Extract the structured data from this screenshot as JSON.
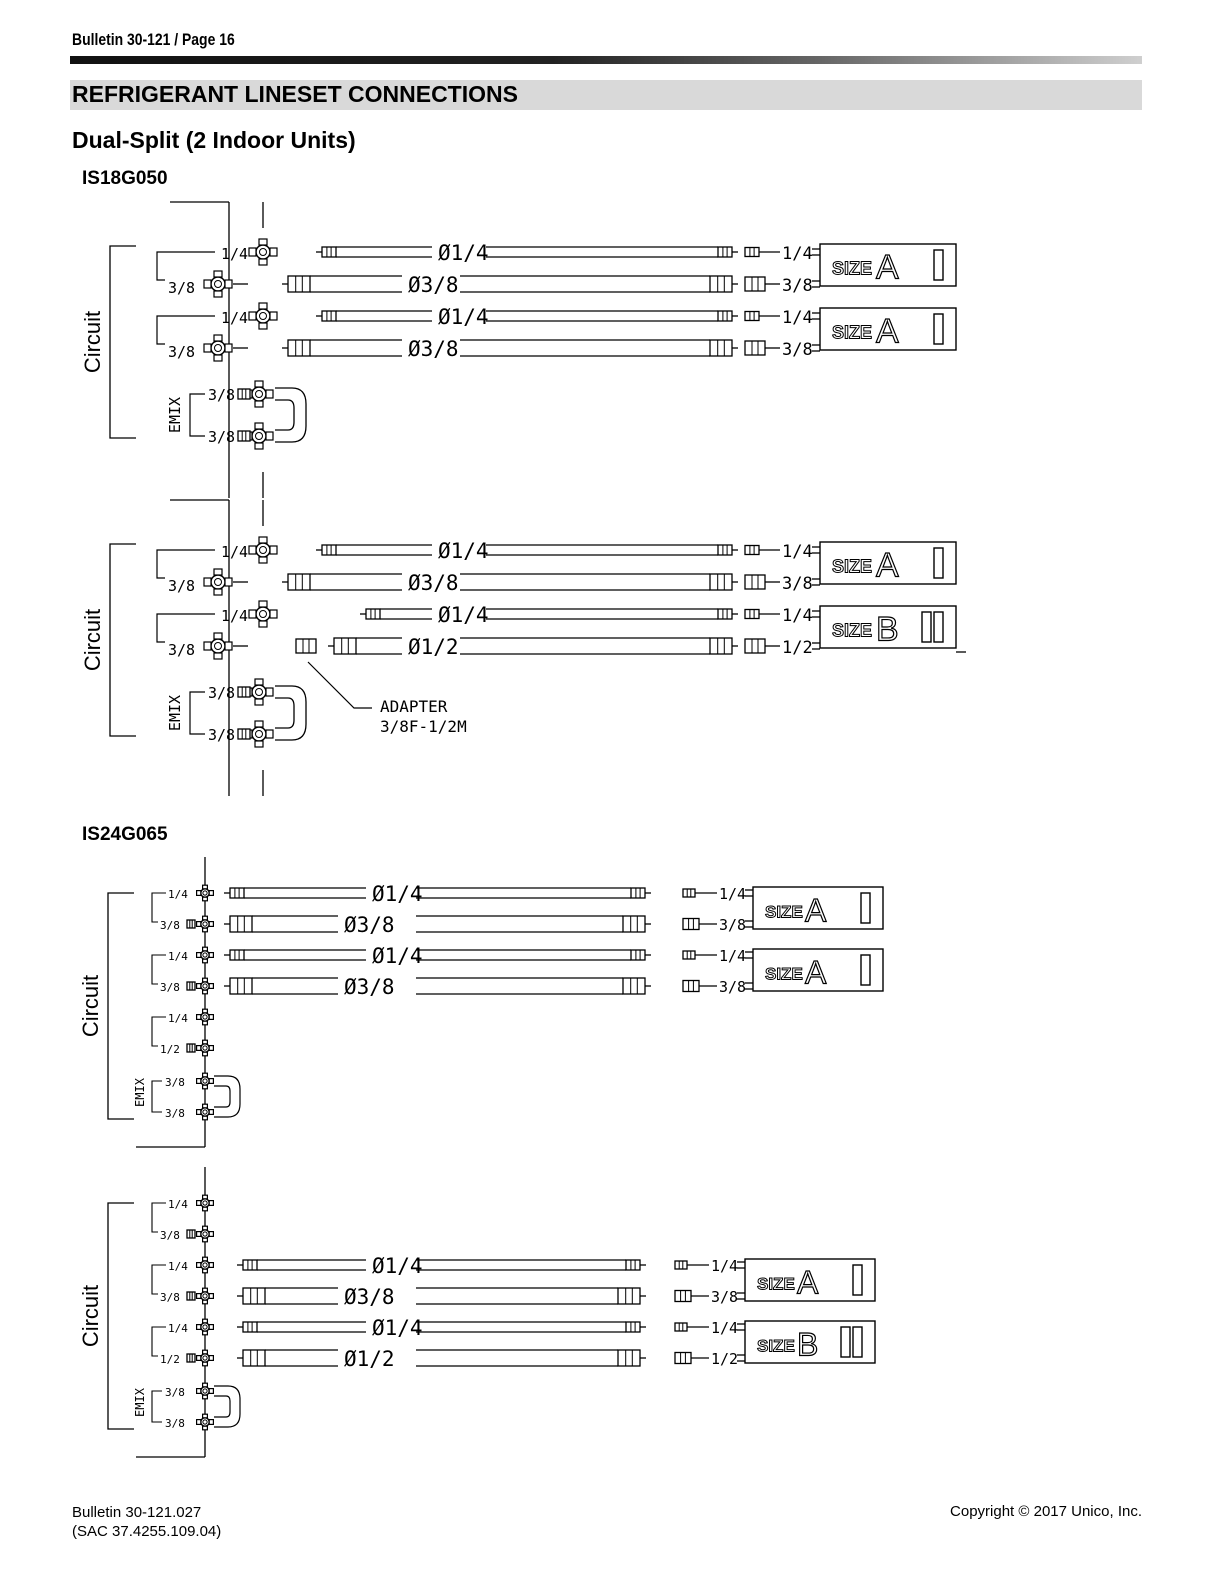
{
  "header": {
    "bulletin_page": "Bulletin 30-121 / Page 16"
  },
  "section_title": "REFRIGERANT LINESET CONNECTIONS",
  "subtitle": "Dual-Split (2 Indoor Units)",
  "models": [
    {
      "name": "IS18G050",
      "circuit_blocks": [
        {
          "circuit_label": "Circuit",
          "emix_label": "EMIX",
          "ports": [
            "1/4",
            "3/8",
            "1/4",
            "3/8"
          ],
          "emix_ports": [
            "3/8",
            "3/8"
          ],
          "lines": [
            {
              "diameter": "Ø1/4",
              "end_label": "1/4"
            },
            {
              "diameter": "Ø3/8",
              "end_label": "3/8"
            },
            {
              "diameter": "Ø1/4",
              "end_label": "1/4"
            },
            {
              "diameter": "Ø3/8",
              "end_label": "3/8"
            }
          ],
          "units": [
            {
              "size_word": "SIZE",
              "size_letter": "A",
              "size_code": "I"
            },
            {
              "size_word": "SIZE",
              "size_letter": "A",
              "size_code": "I"
            }
          ]
        },
        {
          "circuit_label": "Circuit",
          "emix_label": "EMIX",
          "ports": [
            "1/4",
            "3/8",
            "1/4",
            "3/8"
          ],
          "emix_ports": [
            "3/8",
            "3/8"
          ],
          "lines": [
            {
              "diameter": "Ø1/4",
              "end_label": "1/4"
            },
            {
              "diameter": "Ø3/8",
              "end_label": "3/8"
            },
            {
              "diameter": "Ø1/4",
              "end_label": "1/4"
            },
            {
              "diameter": "Ø1/2",
              "end_label": "1/2"
            }
          ],
          "units": [
            {
              "size_word": "SIZE",
              "size_letter": "A",
              "size_code": "I"
            },
            {
              "size_word": "SIZE",
              "size_letter": "B",
              "size_code": "II"
            }
          ],
          "adapter": {
            "line1": "ADAPTER",
            "line2": "3/8F-1/2M"
          }
        }
      ]
    },
    {
      "name": "IS24G065",
      "circuit_blocks": [
        {
          "circuit_label": "Circuit",
          "emix_label": "EMIX",
          "ports": [
            "1/4",
            "3/8",
            "1/4",
            "3/8",
            "1/4",
            "1/2"
          ],
          "emix_ports": [
            "3/8",
            "3/8"
          ],
          "lines": [
            {
              "diameter": "Ø1/4",
              "end_label": "1/4"
            },
            {
              "diameter": "Ø3/8",
              "end_label": "3/8"
            },
            {
              "diameter": "Ø1/4",
              "end_label": "1/4"
            },
            {
              "diameter": "Ø3/8",
              "end_label": "3/8"
            }
          ],
          "units": [
            {
              "size_word": "SIZE",
              "size_letter": "A",
              "size_code": "I"
            },
            {
              "size_word": "SIZE",
              "size_letter": "A",
              "size_code": "I"
            }
          ]
        },
        {
          "circuit_label": "Circuit",
          "emix_label": "EMIX",
          "ports": [
            "1/4",
            "3/8",
            "1/4",
            "3/8",
            "1/4",
            "1/2"
          ],
          "emix_ports": [
            "3/8",
            "3/8"
          ],
          "lines": [
            {
              "diameter": "Ø1/4",
              "end_label": "1/4"
            },
            {
              "diameter": "Ø3/8",
              "end_label": "3/8"
            },
            {
              "diameter": "Ø1/4",
              "end_label": "1/4"
            },
            {
              "diameter": "Ø1/2",
              "end_label": "1/2"
            }
          ],
          "units": [
            {
              "size_word": "SIZE",
              "size_letter": "A",
              "size_code": "I"
            },
            {
              "size_word": "SIZE",
              "size_letter": "B",
              "size_code": "II"
            }
          ]
        }
      ]
    }
  ],
  "footer": {
    "doc_number": "Bulletin 30-121.027",
    "sac_number": "(SAC 37.4255.109.04)",
    "copyright": "Copyright © 2017 Unico, Inc."
  }
}
